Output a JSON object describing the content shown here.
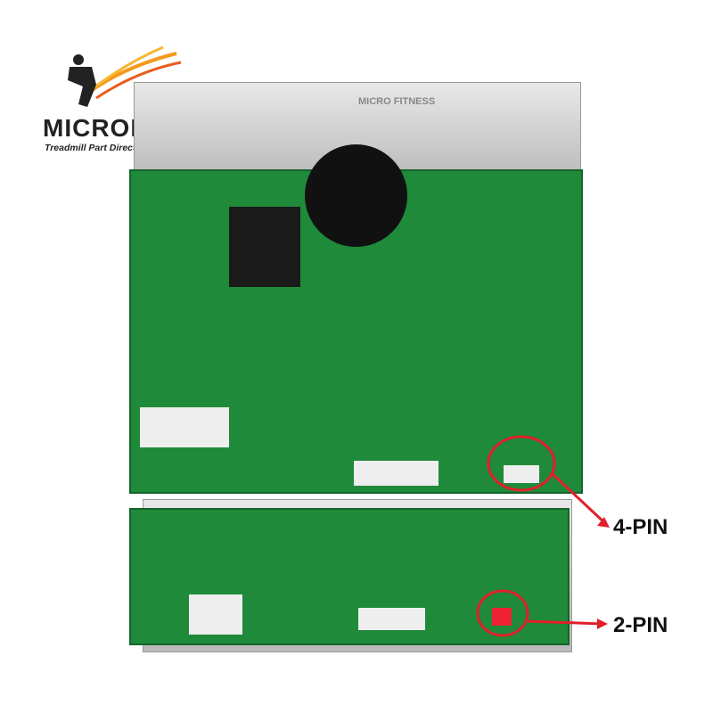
{
  "logo": {
    "name": "MICROERA",
    "tagline": "Treadmill Part Direct Sales"
  },
  "heatsink_brand": "MICRO FITNESS",
  "callouts": [
    {
      "label": "4-PIN"
    },
    {
      "label": "2-PIN"
    }
  ],
  "colors": {
    "pcb": "#1f8a3a",
    "callout": "#e0202a",
    "logo_orange": "#f39a1e"
  }
}
